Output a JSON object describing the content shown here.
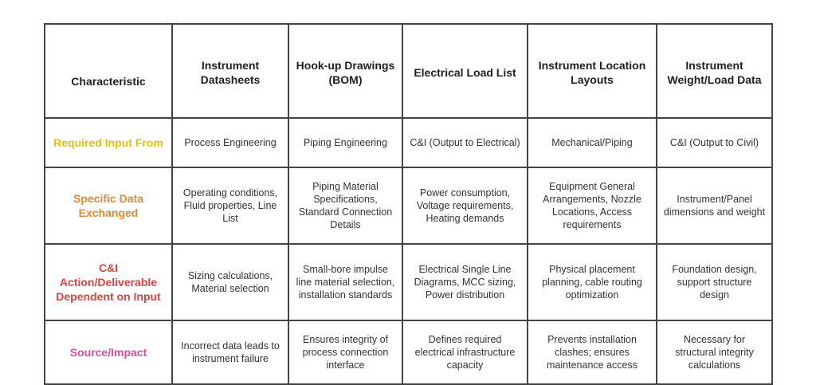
{
  "table": {
    "headers": [
      "Characteristic",
      "Instrument Datasheets",
      "Hook-up Drawings (BOM)",
      "Electrical Load List",
      "Instrument Location Layouts",
      "Instrument Weight/Load Data"
    ],
    "rows": [
      {
        "label": "Required Input From",
        "color": "#e0c400",
        "cells": [
          "Process Engineering",
          "Piping Engineering",
          "C&I (Output to Electrical)",
          "Mechanical/Piping",
          "C&I (Output to Civil)"
        ]
      },
      {
        "label": "Specific Data Exchanged",
        "color": "#e5892a",
        "cells": [
          "Operating conditions, Fluid properties, Line List",
          "Piping Material Specifications, Standard Connection Details",
          "Power consumption, Voltage requirements, Heating demands",
          "Equipment General Arrangements, Nozzle Locations, Access requirements",
          "Instrument/Panel dimensions and weight"
        ]
      },
      {
        "label": "C&I Action/Deliverable Dependent on Input",
        "color": "#e2403f",
        "cells": [
          "Sizing calculations, Material selection",
          "Small-bore impulse line material selection, installation standards",
          "Electrical Single Line Diagrams, MCC sizing, Power distribution",
          "Physical placement planning, cable routing optimization",
          "Foundation design, support structure design"
        ]
      },
      {
        "label": "Source/Impact",
        "color": "#e04a9a",
        "cells": [
          "Incorrect data leads to instrument failure",
          "Ensures integrity of process connection interface",
          "Defines required electrical infrastructure capacity",
          "Prevents installation clashes; ensures maintenance access",
          "Necessary for structural integrity calculations"
        ]
      }
    ]
  }
}
